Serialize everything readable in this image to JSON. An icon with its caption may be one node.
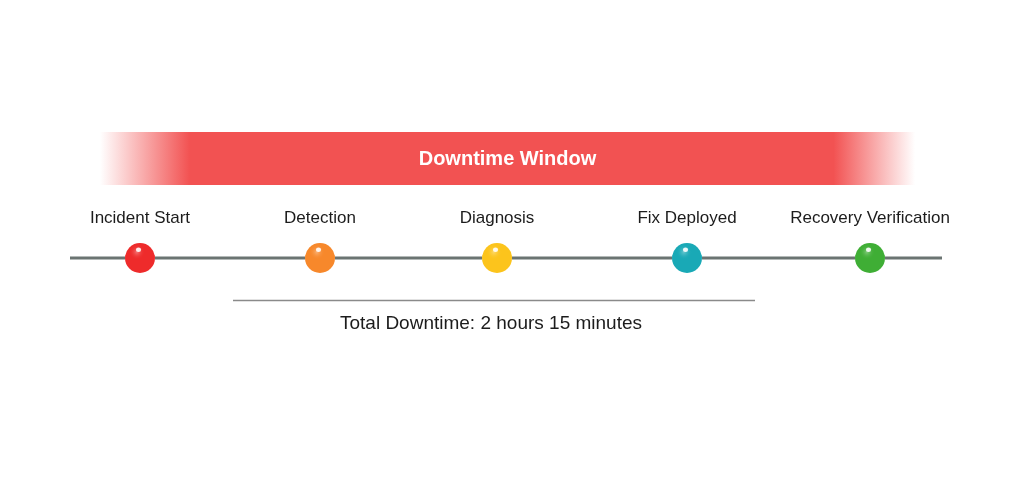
{
  "diagram": {
    "nodes": [
      {
        "text": [
          "Downtime Window"
        ]
      },
      {
        "text": [],
        "shape": "circle",
        "beside": [
          "Incident Start"
        ]
      },
      {
        "text": [],
        "shape": "circle",
        "beside": [
          "Detection"
        ]
      },
      {
        "text": [],
        "shape": "circle",
        "beside": [
          "Diagnosis"
        ]
      },
      {
        "text": [],
        "shape": "circle",
        "beside": [
          "Fix Deployed"
        ]
      },
      {
        "text": [],
        "shape": "circle",
        "beside": [
          "Recovery Verification"
        ]
      }
    ],
    "edges": [
      {
        "from": null,
        "to": 1,
        "arrow": "none"
      },
      {
        "from": 1,
        "to": 2,
        "arrow": "none"
      },
      {
        "from": 2,
        "to": 3,
        "arrow": "none"
      },
      {
        "from": 3,
        "to": 4,
        "arrow": "none"
      },
      {
        "from": 4,
        "to": 5,
        "arrow": "none"
      },
      {
        "from": 5,
        "to": null,
        "arrow": "none"
      }
    ],
    "labels": [
      "Total Downtime: 2 hours 15 minutes"
    ]
  }
}
